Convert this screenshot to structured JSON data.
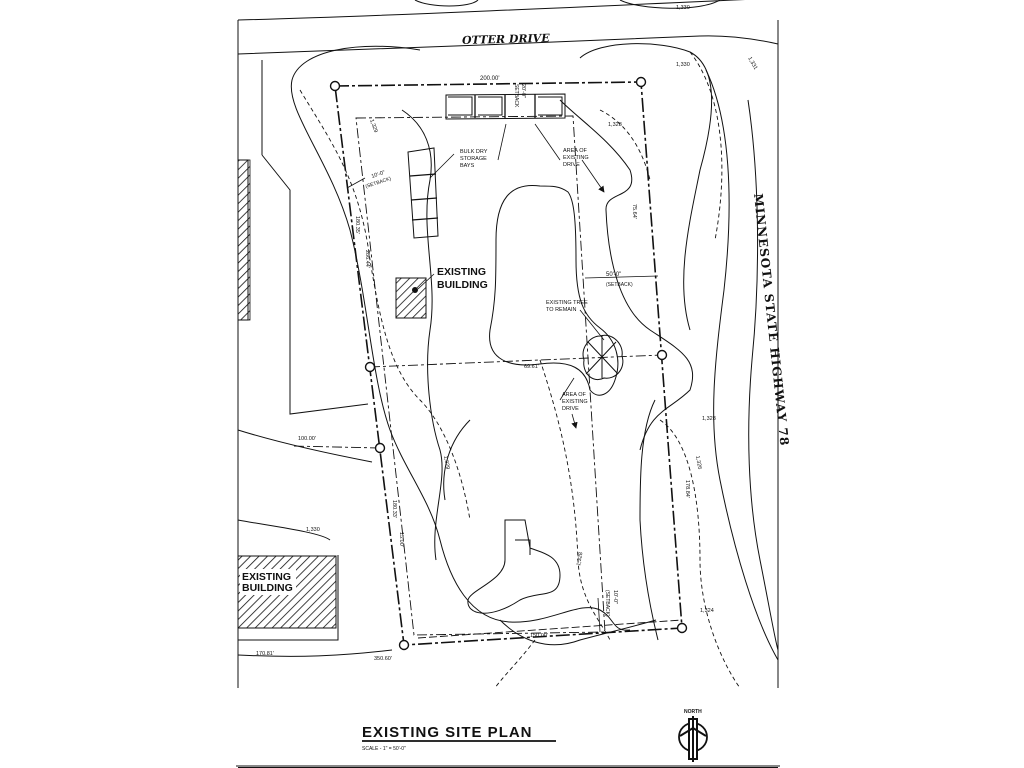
{
  "roads": {
    "otter_drive": "OTTER DRIVE",
    "highway": "MINNESOTA STATE HIGHWAY 78"
  },
  "labels": {
    "existing_building_main": [
      "EXISTING",
      "BUILDING"
    ],
    "existing_building_sw": [
      "EXISTING",
      "BUILDING"
    ],
    "bulk_dry": [
      "BULK DRY",
      "STORAGE",
      "BAYS"
    ],
    "area_drive_top": [
      "AREA OF",
      "EXISTING",
      "DRIVE"
    ],
    "area_drive_mid": [
      "AREA OF",
      "EXISTING",
      "DRIVE"
    ],
    "existing_tree": [
      "EXISTING TREE",
      "TO REMAIN"
    ]
  },
  "dimensions": {
    "top": "200.00'",
    "setback_top": "20'-0\"",
    "setback_top_word": "SETBACK",
    "left_setback": "10'-0\"",
    "left_setback_word": "(SETBACK)",
    "right_setback": "50'-0\"",
    "right_setback_word": "(SETBACK)",
    "bottom_setback": "10'-0\"",
    "bottom_setback_word": "(SETBACK)",
    "left_upper_1": "180.35'",
    "left_upper_2": "286.44'",
    "left_lower_1": "180.33'",
    "left_lower_2": "15.00'",
    "right_upper": "75.64'",
    "right_lower": "178.84'",
    "mid": "69.61'",
    "west_lot": "100.00'",
    "bottom": "150.00'",
    "bottom_left": "350.60'",
    "far_left_bottom": "170.81'"
  },
  "contours": {
    "c1": "1,330",
    "c2": "1,331",
    "c3": "1,330",
    "c4": "1,328",
    "c5": "1,329",
    "c6": "1,328",
    "c7": "1,329",
    "c8": "1,326",
    "c9": "1,328",
    "c10": "1,330",
    "c11": "1,324"
  },
  "title": {
    "main": "EXISTING SITE PLAN",
    "scale": "SCALE - 1\" = 50'-0\"",
    "north": "NORTH"
  }
}
